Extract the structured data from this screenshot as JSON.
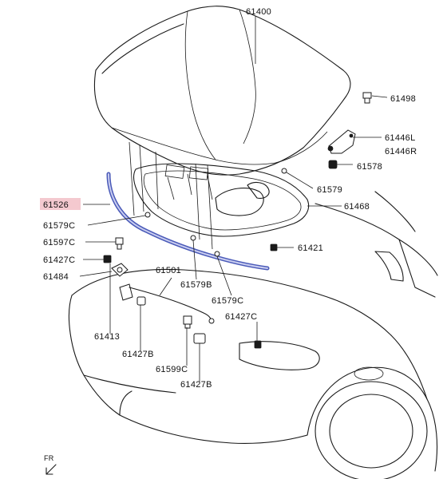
{
  "colors": {
    "highlight_fill": "#f4c9cf",
    "seal_color": "#4a5ab8",
    "line": "#1a1a1a"
  },
  "labels": {
    "p61400": "61400",
    "p61498": "61498",
    "p61446L": "61446L",
    "p61446R": "61446R",
    "p61578": "61578",
    "p61579_right": "61579",
    "p61468": "61468",
    "p61421": "61421",
    "p61526": "61526",
    "p61579C_left": "61579C",
    "p61597C": "61597C",
    "p61427C_left": "61427C",
    "p61484": "61484",
    "p61501": "61501",
    "p61579B": "61579B",
    "p61579C_mid": "61579C",
    "p61427C_right": "61427C",
    "p61413": "61413",
    "p61427B_left": "61427B",
    "p61599C": "61599C",
    "p61427B_right": "61427B"
  },
  "front_marker": {
    "text": "FR",
    "icon": "front-arrow-icon"
  },
  "highlighted_part": "61526"
}
